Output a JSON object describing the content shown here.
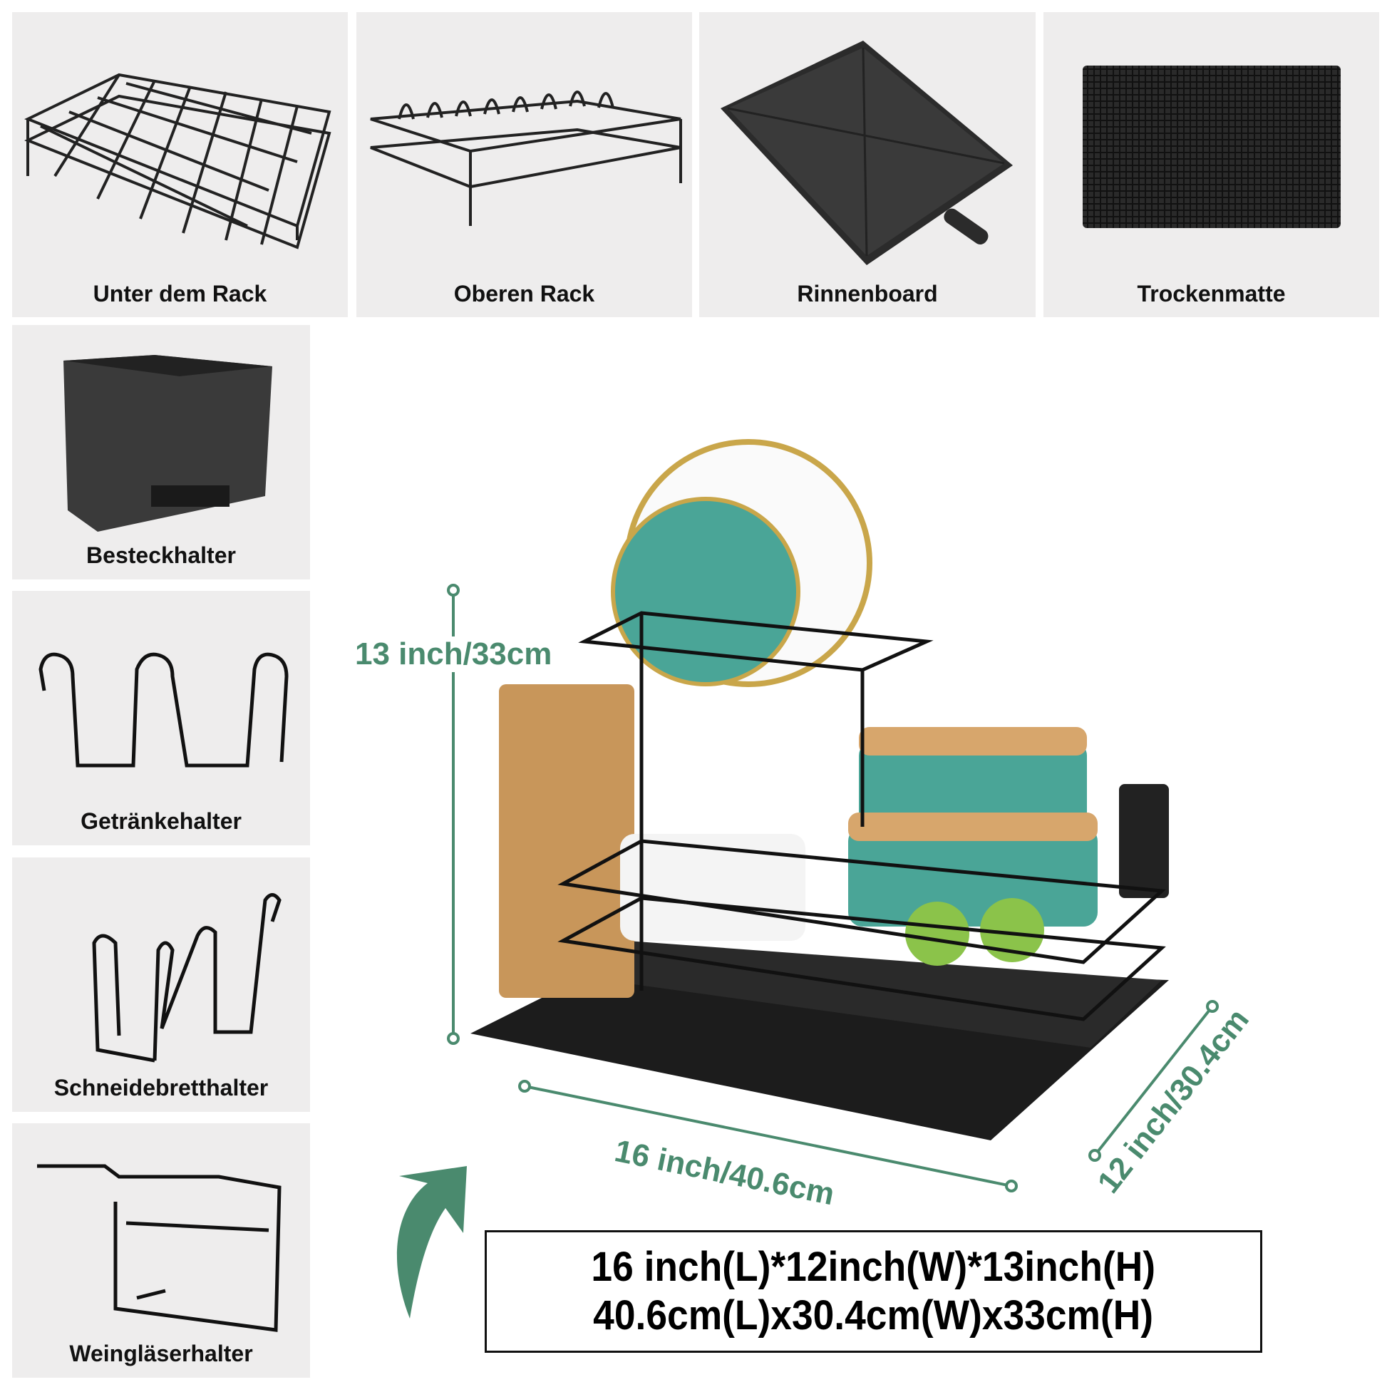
{
  "parts": [
    {
      "label": "Unter dem Rack",
      "icon": "lower-rack-icon"
    },
    {
      "label": "Oberen Rack",
      "icon": "upper-rack-icon"
    },
    {
      "label": "Rinnenboard",
      "icon": "drainboard-icon"
    },
    {
      "label": "Trockenmatte",
      "icon": "drying-mat-icon"
    },
    {
      "label": "Besteckhalter",
      "icon": "utensil-holder-icon"
    },
    {
      "label": "Getränkehalter",
      "icon": "cup-holder-icon"
    },
    {
      "label": "Schneidebretthalter",
      "icon": "cutting-board-holder-icon"
    },
    {
      "label": "Weingläserhalter",
      "icon": "wine-glass-holder-icon"
    }
  ],
  "dimensions": {
    "height": "13 inch/33cm",
    "length": "16 inch/40.6cm",
    "width": "12 inch/30.4cm",
    "summary_line1": "16 inch(L)*12inch(W)*13inch(H)",
    "summary_line2": "40.6cm(L)x30.4cm(W)x33cm(H)"
  },
  "colors": {
    "accent": "#4a8a6e",
    "panel": "#eeeded"
  }
}
